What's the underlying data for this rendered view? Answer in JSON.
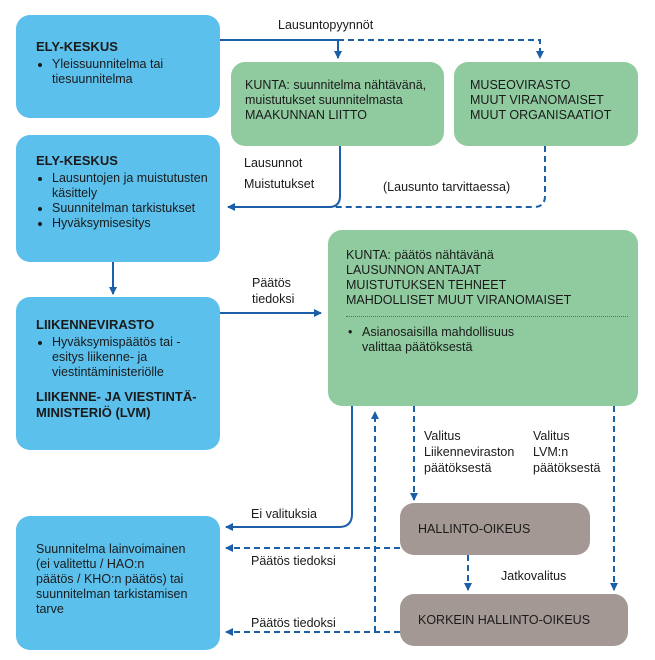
{
  "boxes": {
    "ely1": {
      "title": "ELY-KESKUS",
      "items": [
        "Yleissuunnitelma tai tiesuunnitelma"
      ]
    },
    "ely2": {
      "title": "ELY-KESKUS",
      "items": [
        "Lausuntojen ja muistutusten käsittely",
        "Suunnitelman tarkistukset",
        "Hyväksymisesitys"
      ]
    },
    "lv": {
      "title": "LIIKENNEVIRASTO",
      "items": [
        "Hyväksymispäätös tai -esitys liikenne- ja viestintäministeriölle"
      ],
      "title2_line1": "LIIKENNE- JA VIESTINTÄ-",
      "title2_line2": "MINISTERIÖ (LVM)"
    },
    "final": {
      "line1": "Suunnitelma lainvoimainen",
      "line2": "(ei valitettu / HAO:n",
      "line3": "päätös / KHO:n päätös) tai",
      "line4": "suunnitelman tarkistamisen",
      "line5": "tarve"
    },
    "kunta1": {
      "line1": "KUNTA: suunnitelma nähtävänä,",
      "line2": "muistutukset suunnitelmasta",
      "line3": "MAAKUNNAN LIITTO"
    },
    "museo": {
      "line1": "MUSEOVIRASTO",
      "line2": "MUUT VIRANOMAISET",
      "line3": "MUUT ORGANISAATIOT"
    },
    "kunta2": {
      "line1": "KUNTA: päätös nähtävänä",
      "line2": "LAUSUNNON ANTAJAT",
      "line3": "MUISTUTUKSEN TEHNEET",
      "line4": "MAHDOLLISET MUUT VIRANOMAISET",
      "bullet_line1": "Asianosaisilla mahdollisuus",
      "bullet_line2": "valittaa päätöksestä"
    },
    "hao": {
      "label": "HALLINTO-OIKEUS"
    },
    "kho": {
      "label": "KORKEIN HALLINTO-OIKEUS"
    }
  },
  "labels": {
    "lausuntopyynnot": "Lausuntopyynnöt",
    "lausunnot": "Lausunnot",
    "muistutukset": "Muistutukset",
    "lausunto_tarvittaessa": "(Lausunto tarvittaessa)",
    "paatos_tiedoksi_1": "Päätös",
    "paatos_tiedoksi_2": "tiedoksi",
    "valitus_lv_1": "Valitus",
    "valitus_lv_2": "Liikenneviraston",
    "valitus_lv_3": "päätöksestä",
    "valitus_lvm_1": "Valitus",
    "valitus_lvm_2": "LVM:n",
    "valitus_lvm_3": "päätöksestä",
    "ei_valituksia": "Ei valituksia",
    "paatos_tiedoksi_hao": "Päätös tiedoksi",
    "jatkovalitus": "Jatkovalitus",
    "paatos_tiedoksi_kho": "Päätös tiedoksi"
  },
  "colors": {
    "blue_box": "#5cc0ec",
    "green_box": "#90cba0",
    "gray_box": "#a39894",
    "arrow": "#1a5fa8"
  }
}
